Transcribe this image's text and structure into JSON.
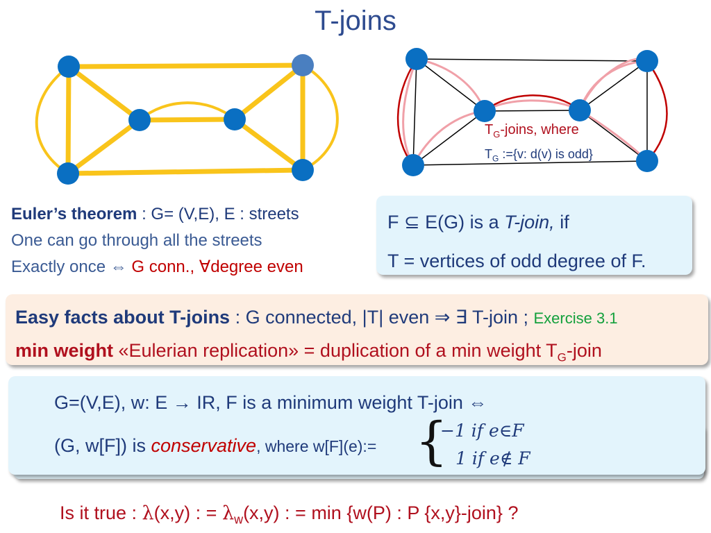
{
  "slide": {
    "title": "T-joins"
  },
  "graph_right": {
    "label_line1_pre": "T",
    "label_line1_sub": "G",
    "label_line1_post": "-joins, where",
    "label_line2_pre": "T",
    "label_line2_sub": "G",
    "label_line2_post": " :={v: d(v) is odd}"
  },
  "euler": {
    "heading": "Euler’s theorem",
    "heading_rest": " : G= (V,E), E : streets",
    "line2": "One can go through all the streets",
    "line3_pre": "Exactly once ",
    "line3_iff": "⇔",
    "line3_red1": " G conn., ",
    "line3_forall": "∀",
    "line3_red2": "degree even"
  },
  "tjoin_def": {
    "line1_pre": "F ",
    "line1_subset": "⊆",
    "line1_mid": " E(G)  is a ",
    "line1_ital": "T-join,",
    "line1_post": " if",
    "line2": "T = vertices of odd degree of F."
  },
  "easy_facts": {
    "bold": "Easy facts about T-joins",
    "rest": " : G connected, |T| even ",
    "implies": "⇒",
    "exists": " ∃",
    "tjoin": " T-join ; ",
    "exercise": "Exercise 3.1",
    "line2_bold": "min weight",
    "line2_rest": " «Eulerian replication» = duplication of a min weight T",
    "line2_sub": "G",
    "line2_end": "-join"
  },
  "theorem": {
    "line1": "G=(V,E),  w: E → IR,  F is a minimum weight T-join ⇔",
    "line2_pre": "(G, w[F]) is ",
    "line2_ital": "conservative",
    "line2_post": ", where w[F](e):=",
    "case1": "−1 𝑖𝑓 𝑒∈𝐹",
    "case2": "1 𝑖𝑓 𝑒∉ 𝐹"
  },
  "question": {
    "pre": "Is it true :   ",
    "lambda1": "λ",
    "mid1": "(x,y) : = ",
    "lambda2": "λ",
    "sub": "w",
    "post": "(x,y) : =  min {w(P) :  P {x,y}-join}   ?"
  },
  "colors": {
    "yellow_edge": "#f9c41b",
    "vertex": "#0a6fc2",
    "vertex_light": "#4a7fc0",
    "red_edge": "#c00000",
    "pink_edge": "#f0a0a8"
  }
}
